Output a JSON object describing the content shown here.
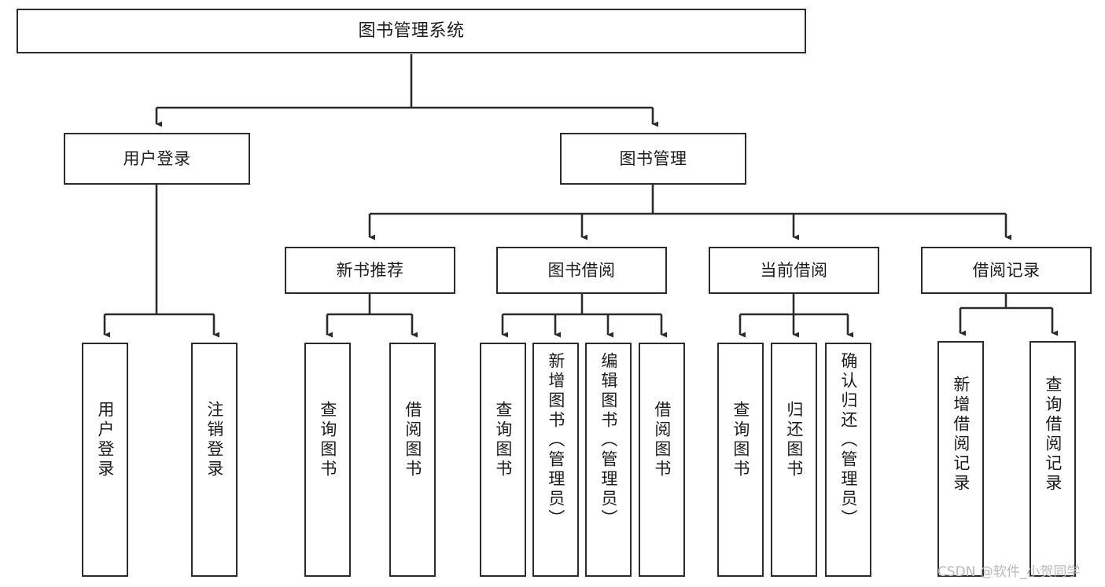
{
  "diagram": {
    "type": "tree-hierarchy",
    "title": "图书管理系统",
    "watermark": "CSDN @软件_小贺同学",
    "colors": {
      "box_border": "#2b2b2b",
      "box_fill": "#ffffff",
      "edge": "#2b2b2b",
      "text": "#1c1c1c",
      "watermark": "#b9b9b9"
    },
    "nodes": {
      "root": {
        "label": "图书管理系统",
        "level": 1,
        "orientation": "horizontal"
      },
      "l2": [
        {
          "id": "user-login",
          "label": "用户登录",
          "level": 2,
          "orientation": "horizontal"
        },
        {
          "id": "book-manage",
          "label": "图书管理",
          "level": 2,
          "orientation": "horizontal"
        }
      ],
      "l3": [
        {
          "id": "new-book-recommend",
          "label": "新书推荐",
          "level": 3,
          "orientation": "horizontal",
          "parent": "book-manage"
        },
        {
          "id": "book-borrow",
          "label": "图书借阅",
          "level": 3,
          "orientation": "horizontal",
          "parent": "book-manage"
        },
        {
          "id": "current-borrow",
          "label": "当前借阅",
          "level": 3,
          "orientation": "horizontal",
          "parent": "book-manage"
        },
        {
          "id": "borrow-record",
          "label": "借阅记录",
          "level": 3,
          "orientation": "horizontal",
          "parent": "book-manage"
        }
      ],
      "leaves": [
        {
          "id": "leaf-user-login",
          "label": "用户登录",
          "parent": "user-login",
          "orientation": "vertical"
        },
        {
          "id": "leaf-user-logout",
          "label": "注销登录",
          "parent": "user-login",
          "orientation": "vertical"
        },
        {
          "id": "leaf-query-book-1",
          "label": "查询图书",
          "parent": "new-book-recommend",
          "orientation": "vertical"
        },
        {
          "id": "leaf-borrow-book-1",
          "label": "借阅图书",
          "parent": "new-book-recommend",
          "orientation": "vertical"
        },
        {
          "id": "leaf-query-book-2",
          "label": "查询图书",
          "parent": "book-borrow",
          "orientation": "vertical"
        },
        {
          "id": "leaf-add-book",
          "label": "新增图书（管理员）",
          "parent": "book-borrow",
          "orientation": "vertical"
        },
        {
          "id": "leaf-edit-book",
          "label": "编辑图书（管理员）",
          "parent": "book-borrow",
          "orientation": "vertical"
        },
        {
          "id": "leaf-borrow-book-2",
          "label": "借阅图书",
          "parent": "book-borrow",
          "orientation": "vertical"
        },
        {
          "id": "leaf-query-book-3",
          "label": "查询图书",
          "parent": "current-borrow",
          "orientation": "vertical"
        },
        {
          "id": "leaf-return-book",
          "label": "归还图书",
          "parent": "current-borrow",
          "orientation": "vertical"
        },
        {
          "id": "leaf-confirm-return",
          "label": "确认归还（管理员）",
          "parent": "current-borrow",
          "orientation": "vertical"
        },
        {
          "id": "leaf-add-record",
          "label": "新增借阅记录",
          "parent": "borrow-record",
          "orientation": "vertical"
        },
        {
          "id": "leaf-query-record",
          "label": "查询借阅记录",
          "parent": "borrow-record",
          "orientation": "vertical"
        }
      ]
    }
  }
}
